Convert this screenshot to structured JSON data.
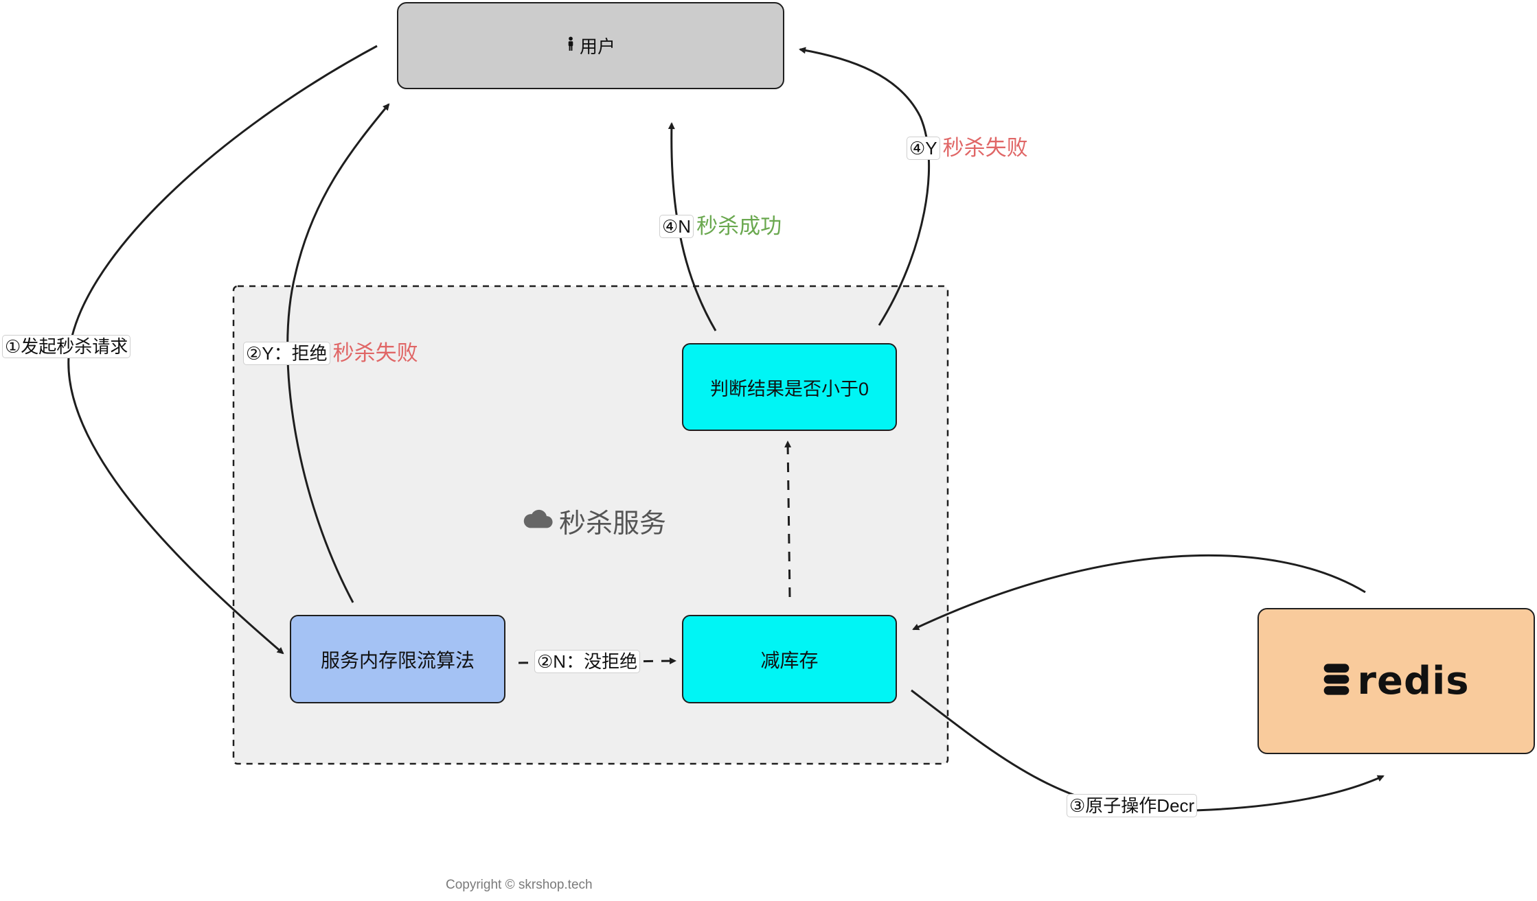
{
  "nodes": {
    "user": {
      "label": "用户",
      "icon": "person-icon"
    },
    "service_group": {
      "label": "秒杀服务",
      "icon": "cloud-icon"
    },
    "rate_limit": {
      "label": "服务内存限流算法"
    },
    "decrement_stock": {
      "label": "减库存"
    },
    "check_result": {
      "label": "判断结果是否小于0"
    },
    "redis": {
      "label": "redis",
      "icon": "database-icon"
    }
  },
  "edges": {
    "request": {
      "label": "①发起秒杀请求"
    },
    "reject": {
      "label": "②Y：拒绝",
      "highlight": "秒杀失败"
    },
    "pass": {
      "label": "②N：没拒绝"
    },
    "decr": {
      "label": "③原子操作Decr"
    },
    "success": {
      "label": "④N",
      "highlight": "秒杀成功"
    },
    "fail": {
      "label": "④Y",
      "highlight": "秒杀失败"
    }
  },
  "footer": {
    "copyright": "Copyright © skrshop.tech"
  },
  "colors": {
    "user_fill": "#cccccc",
    "group_fill": "#efefef",
    "rate_limit_fill": "#a4c2f4",
    "stock_fill": "#00f5f5",
    "check_fill": "#00f5f5",
    "redis_fill": "#f9cb9c",
    "fail_text": "#e06666",
    "success_text": "#6aa84f",
    "stroke": "#1e1e1e"
  }
}
